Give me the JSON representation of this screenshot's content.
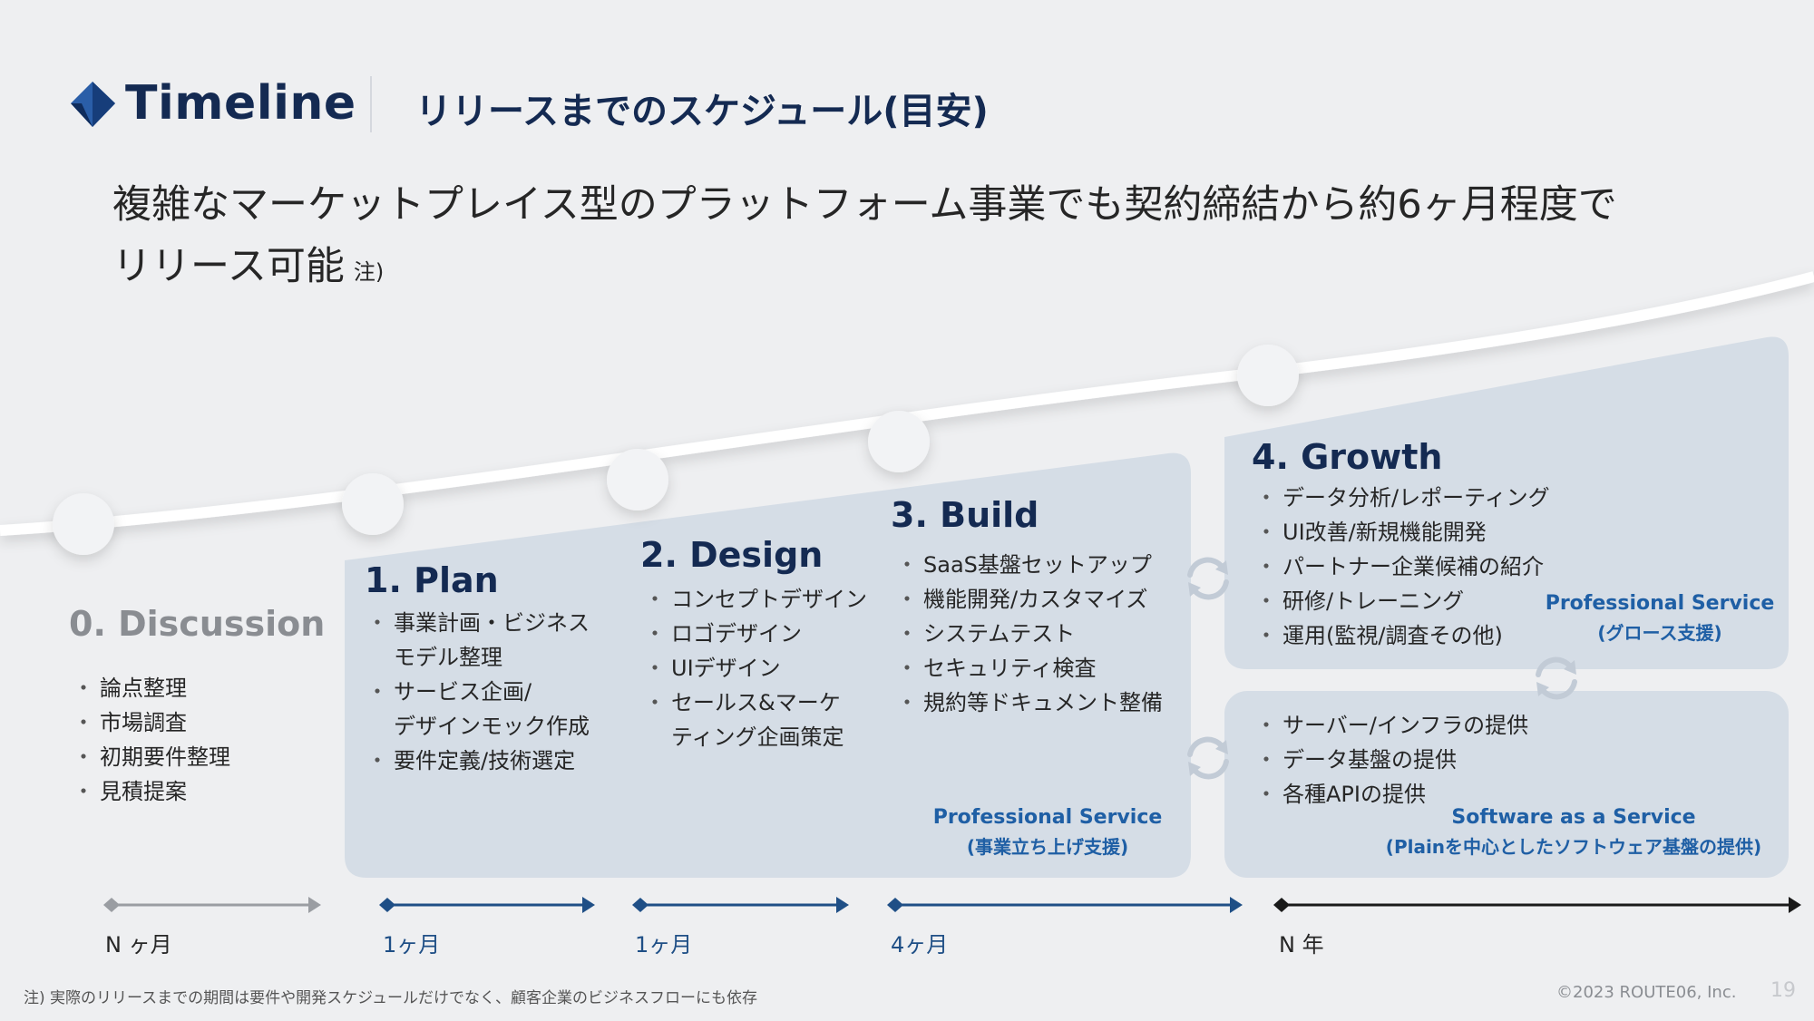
{
  "header": {
    "title": "Timeline",
    "subtitle": "リリースまでのスケジュール(目安)"
  },
  "headline": {
    "line1": "複雑なマーケットプレイス型のプラットフォーム事業でも契約締結から約6ヶ月程度で",
    "line2": "リリース可能",
    "note_mark": "注)"
  },
  "stages": [
    {
      "title": "0. Discussion",
      "items": [
        "論点整理",
        "市場調査",
        "初期要件整理",
        "見積提案"
      ]
    },
    {
      "title": "1. Plan",
      "items": [
        "事業計画・ビジネス",
        "モデル整理",
        "サービス企画/",
        "デザインモック作成",
        "要件定義/技術選定"
      ]
    },
    {
      "title": "2. Design",
      "items": [
        "コンセプトデザイン",
        "ロゴデザイン",
        "UIデザイン",
        "セールス&マーケ",
        "ティング企画策定"
      ]
    },
    {
      "title": "3. Build",
      "items": [
        "SaaS基盤セットアップ",
        "機能開発/カスタマイズ",
        "システムテスト",
        "セキュリティ検査",
        "規約等ドキュメント整備"
      ]
    },
    {
      "title": "4. Growth",
      "items": [
        "データ分析/レポーティング",
        "UI改善/新規機能開発",
        "パートナー企業候補の紹介",
        "研修/トレーニング",
        "運用(監視/調査その他)"
      ]
    }
  ],
  "saas_items": [
    "サーバー/インフラの提供",
    "データ基盤の提供",
    "各種APIの提供"
  ],
  "services": {
    "ps_launch": {
      "name": "Professional Service",
      "sub": "(事業立ち上げ支援)"
    },
    "ps_growth": {
      "name": "Professional Service",
      "sub": "(グロース支援)"
    },
    "saas": {
      "name": "Software as a Service",
      "sub": "(Plainを中心としたソフトウェア基盤の提供)"
    }
  },
  "durations": [
    "N ヶ月",
    "1ヶ月",
    "1ヶ月",
    "4ヶ月",
    "N 年"
  ],
  "footer": {
    "footnote": "注) 実際のリリースまでの期間は要件や開発スケジュールだけでなく、顧客企業のビジネスフローにも依存",
    "copyright": "©2023 ROUTE06, Inc.",
    "page": "19"
  },
  "colors": {
    "navy": "#142a52",
    "blue": "#1f5fa5",
    "panel": "#d5dde6",
    "background": "#eeeff1"
  },
  "icons": [
    "logo-diamond-icon",
    "cycle-arrows-icon"
  ]
}
